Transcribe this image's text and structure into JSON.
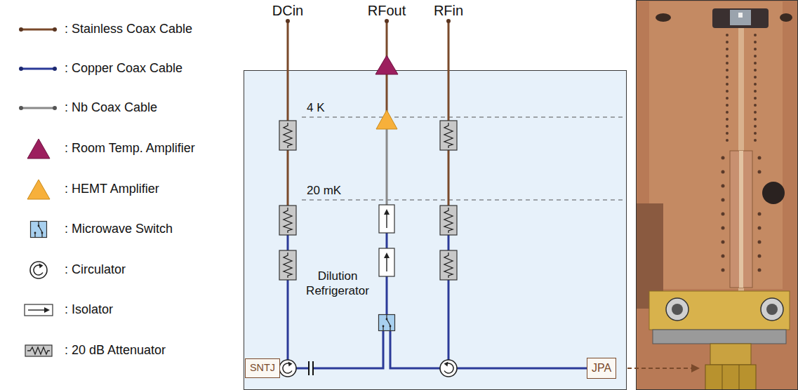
{
  "diagram": {
    "nodes": [
      {
        "text": [
          "Dilution Refrigerator"
        ]
      },
      {
        "text": [
          "SNTJ"
        ],
        "in": 0
      },
      {
        "text": [
          "JPA"
        ],
        "in": 0
      }
    ],
    "labels": [
      "DCin",
      "RFout",
      "RFin",
      "4 K",
      "20 mK"
    ],
    "legend": [
      {
        "text": ": Stainless Coax Cable"
      },
      {
        "text": ": Copper Coax Cable"
      },
      {
        "text": ": Nb Coax Cable"
      },
      {
        "text": ": Room Temp. Amplifier"
      },
      {
        "text": ": HEMT Amplifier"
      },
      {
        "text": ": Microwave Switch"
      },
      {
        "text": ": Circulator"
      },
      {
        "text": ": Isolator"
      },
      {
        "text": ": 20 dB Attenuator"
      }
    ]
  }
}
